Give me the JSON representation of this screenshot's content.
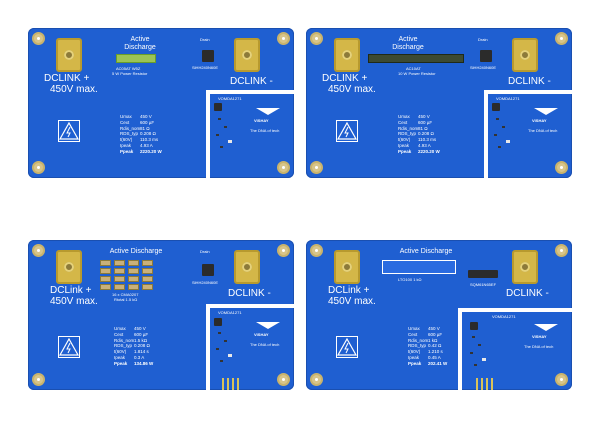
{
  "boards": [
    {
      "title_line1": "Active",
      "title_line2": "Discharge",
      "drain": "Drain",
      "left_label_1": "DCLINK +",
      "left_label_2": "450V max.",
      "right_label": "DCLINK -",
      "resistor_part": "AC05AT W5Z",
      "resistor_desc": "5 W Power Resistor",
      "fet_part": "SiHH240N60E",
      "specs": [
        [
          "Umax",
          "450 V"
        ],
        [
          "Cext",
          "600 µF"
        ],
        [
          "Rdis_nom",
          "81 Ω"
        ],
        [
          "RDS_typ",
          "0.208 Ω"
        ],
        [
          "t(60V)",
          "110.3 ms"
        ],
        [
          "Ipeak",
          "4.93 A"
        ],
        [
          "Ppeak",
          "2220.20 W"
        ]
      ],
      "driver": "VOMDA1271",
      "brand": "VISHAY",
      "tagline": "The DNA of tech"
    },
    {
      "title_line1": "Active",
      "title_line2": "Discharge",
      "drain": "Drain",
      "left_label_1": "DCLINK +",
      "left_label_2": "450V max.",
      "right_label": "DCLINK -",
      "resistor_part": "AC10AT",
      "resistor_desc": "10 W Power Resistor",
      "fet_part": "SiHH240N60E",
      "specs": [
        [
          "Umax",
          "450 V"
        ],
        [
          "Cext",
          "600 µF"
        ],
        [
          "Rdis_nom",
          "81 Ω"
        ],
        [
          "RDS_typ",
          "0.208 Ω"
        ],
        [
          "t(60V)",
          "110.3 ms"
        ],
        [
          "Ipeak",
          "4.93 A"
        ],
        [
          "Ppeak",
          "2220.20 W"
        ]
      ],
      "driver": "VOMDA1271",
      "brand": "VISHAY",
      "tagline": "The DNA of tech"
    },
    {
      "title_line1": "Active Discharge",
      "drain": "Drain",
      "left_label_1": "DCLink +",
      "left_label_2": "450V max.",
      "right_label": "DCLINK -",
      "resistor_part": "16 x CMA0207",
      "resistor_desc": "Rtotal 1.5 kΩ",
      "fet_part": "SiHH240N60E",
      "specs": [
        [
          "Umax",
          "450 V"
        ],
        [
          "Cext",
          "600 µF"
        ],
        [
          "Rdis_nom",
          "1.5 kΩ"
        ],
        [
          "RDS_typ",
          "0.208 Ω"
        ],
        [
          "t(60V)",
          "1.814 s"
        ],
        [
          "Ipeak",
          "0.3 A"
        ],
        [
          "Ppeak",
          "134.86 W"
        ]
      ],
      "driver": "VOMDA1271",
      "brand": "VISHAY",
      "tagline": "The DNA of tech"
    },
    {
      "title_line1": "Active Discharge",
      "drain": "Drain",
      "left_label_1": "DCLink +",
      "left_label_2": "450V max.",
      "right_label": "DCLINK -",
      "resistor_part": "LTO100 1 kΩ",
      "fet_part": "SQM61N65EF",
      "specs": [
        [
          "Umax",
          "450 V"
        ],
        [
          "Cext",
          "600 µF"
        ],
        [
          "Rdis_nom",
          "1 kΩ"
        ],
        [
          "RDS_typ",
          "0.42 Ω"
        ],
        [
          "t(60V)",
          "1.210 s"
        ],
        [
          "Ipeak",
          "0.45 A"
        ],
        [
          "Ppeak",
          "202.41 W"
        ]
      ],
      "driver": "VOMDA1271",
      "brand": "VISHAY",
      "tagline": "The DNA of tech"
    }
  ],
  "colors": {
    "board": "#1f5fd1",
    "pad": "#d4b748",
    "silk": "#ffffff"
  }
}
